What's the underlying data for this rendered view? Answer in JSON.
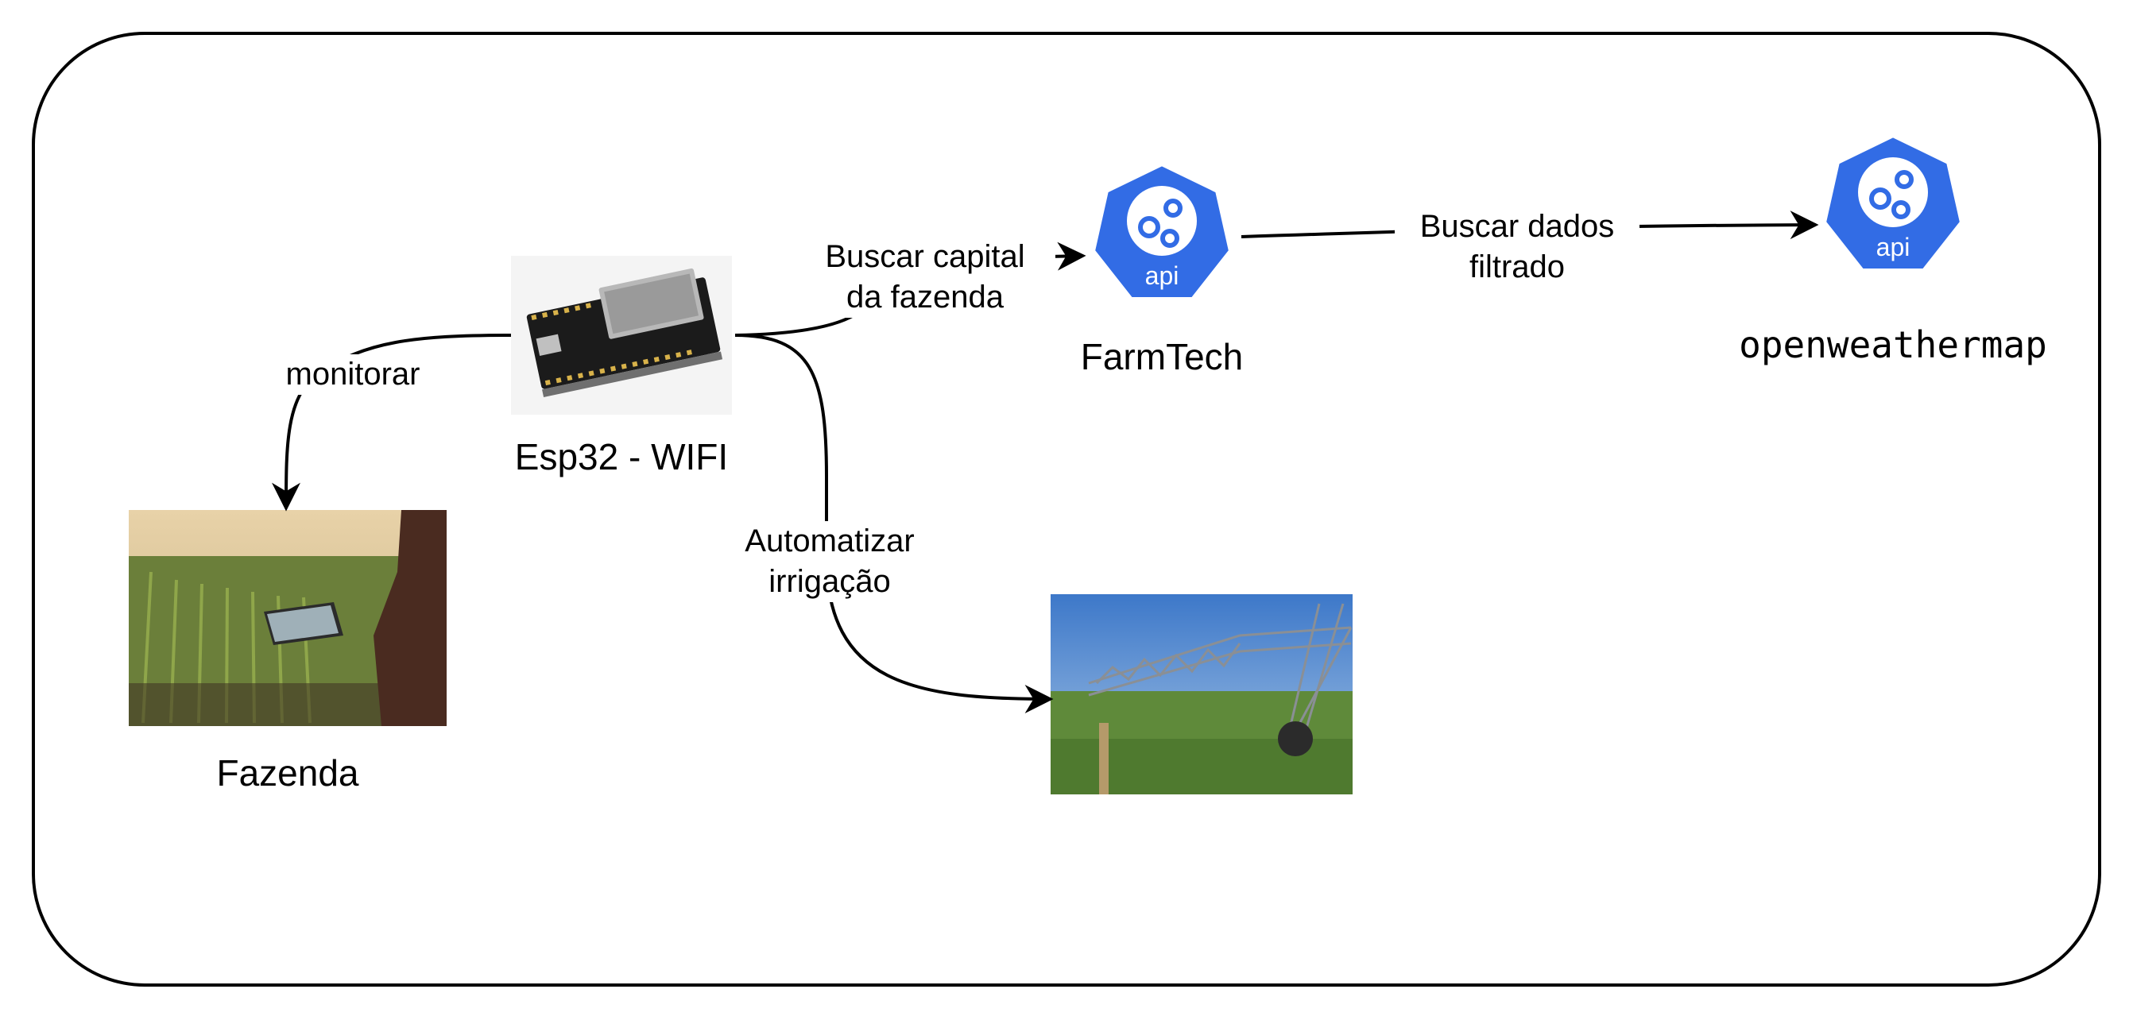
{
  "nodes": {
    "esp32": {
      "label": "Esp32 - WIFI",
      "image": "esp32-board"
    },
    "fazenda": {
      "label": "Fazenda",
      "image": "farmer-with-tablet-in-field"
    },
    "farmtech": {
      "label": "FarmTech",
      "icon": "api-icon",
      "icon_text": "api"
    },
    "openweathermap": {
      "label": "openweathermap",
      "icon": "api-icon",
      "icon_text": "api"
    },
    "irrigacao": {
      "image": "center-pivot-irrigation"
    }
  },
  "edges": {
    "monitorar": {
      "label": "monitorar"
    },
    "buscar_capital": {
      "line1": "Buscar capital",
      "line2": "da fazenda"
    },
    "buscar_dados": {
      "line1": "Buscar dados",
      "line2": "filtrado"
    },
    "automatizar": {
      "line1": "Automatizar",
      "line2": "irrigação"
    }
  },
  "colors": {
    "api_blue": "#326ce5",
    "stroke": "#000000",
    "frame": "#000000"
  }
}
